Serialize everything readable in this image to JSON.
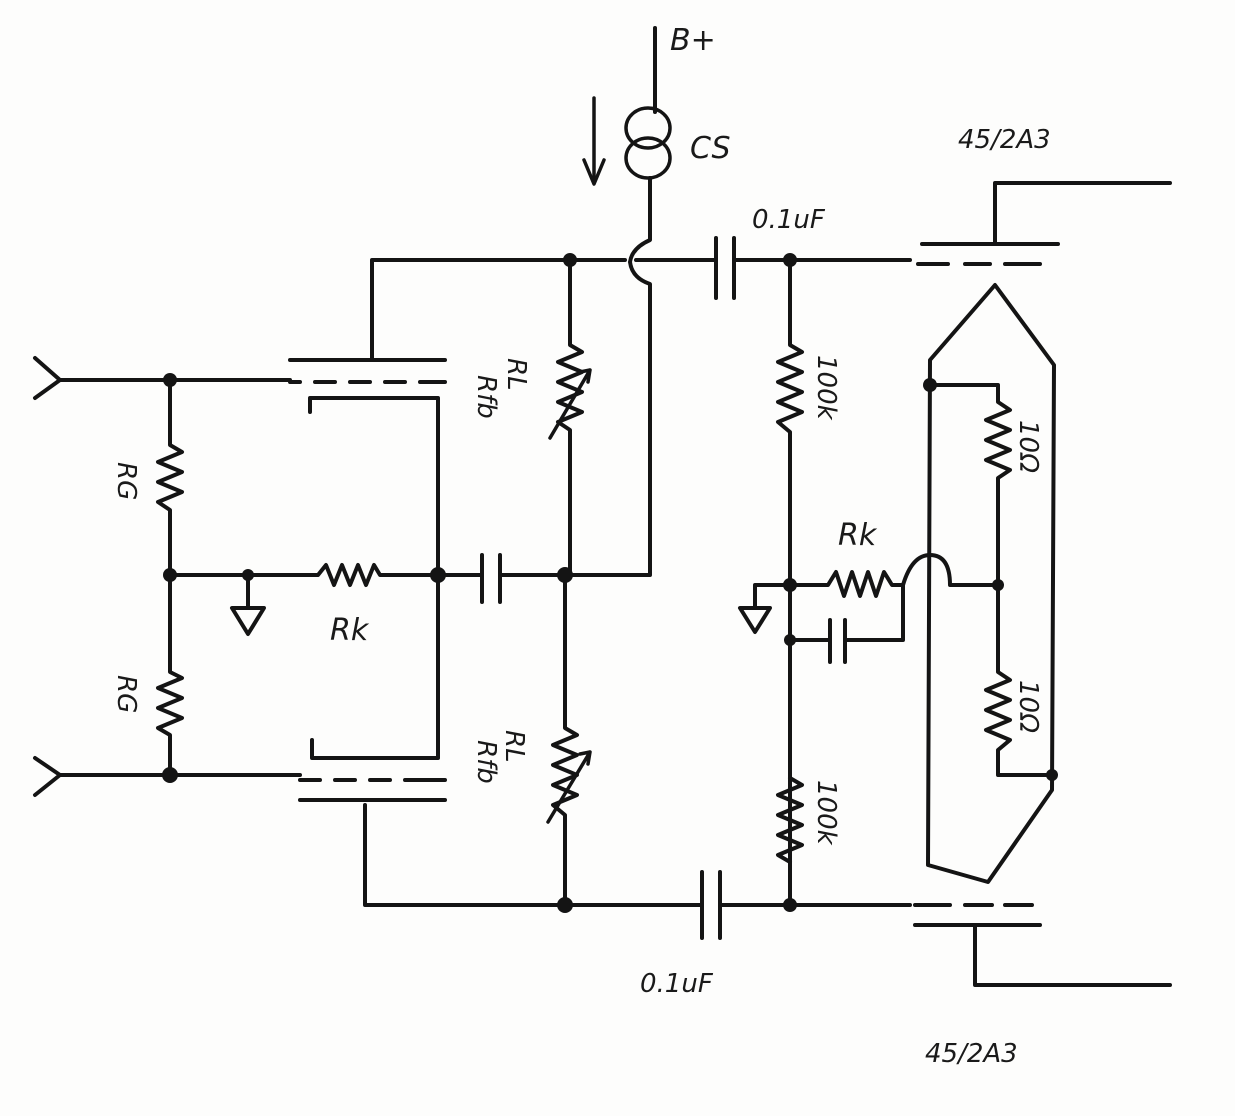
{
  "labels": {
    "supply": "B+",
    "current_source": "CS",
    "cap_top": "0.1uF",
    "cap_bottom": "0.1uF",
    "tube_out_top": "45/2A3",
    "tube_out_bottom": "45/2A3",
    "rg_top": "RG",
    "rg_bottom": "RG",
    "rk_left": "Rk",
    "rk_right": "Rk",
    "rl_top": "RL",
    "rfb_top": "Rfb",
    "rl_bottom": "RL",
    "rfb_bottom": "Rfb",
    "r100k_top": "100k",
    "r100k_bottom": "100k",
    "r10_top": "10Ω",
    "r10_bottom": "10Ω"
  }
}
